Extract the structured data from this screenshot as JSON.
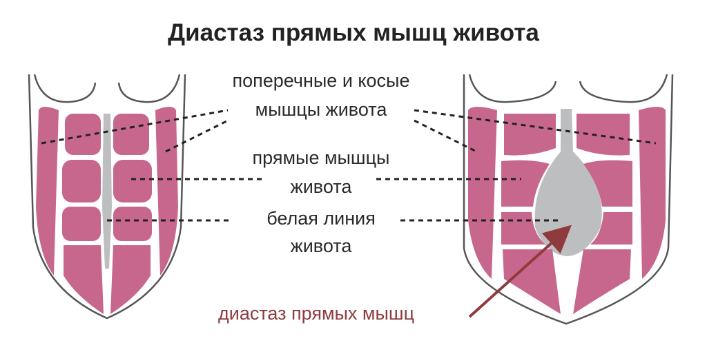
{
  "title": "Диастаз прямых мышц живота",
  "labels": {
    "oblique_line1": "поперечные и косые",
    "oblique_line2": "мышцы живота",
    "rectus_line1": "прямые мышцы",
    "rectus_line2": "живота",
    "linea_line1": "белая линия",
    "linea_line2": "живота",
    "diastasis": "диастаз прямых мышц"
  },
  "colors": {
    "muscle": "#c8678d",
    "tendon_gray": "#bdbec0",
    "outline": "#555555",
    "arrow": "#8f3b3d"
  }
}
